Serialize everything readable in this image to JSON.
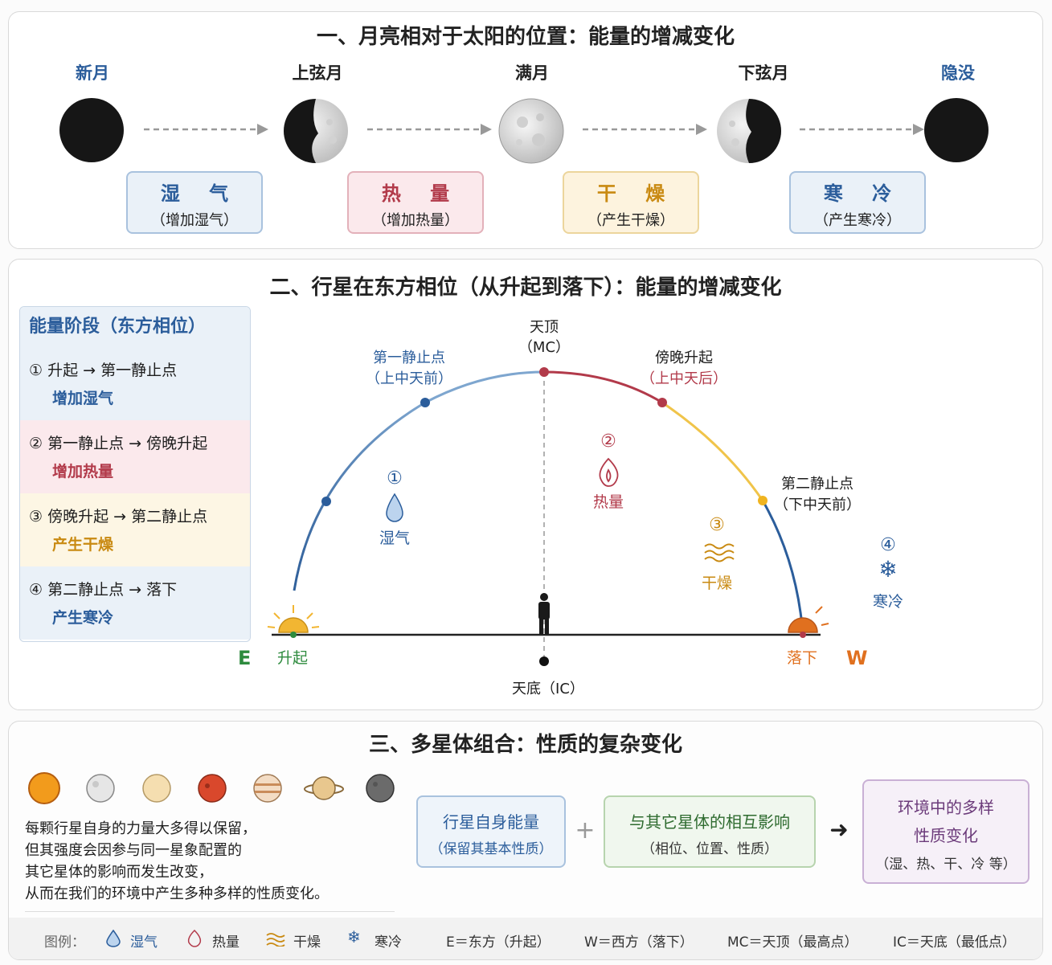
{
  "section1": {
    "title": "一、月亮相对于太阳的位置：能量的增减变化",
    "phases": [
      {
        "name": "新月",
        "color": "#2b5d9b"
      },
      {
        "name": "上弦月",
        "color": "#222222"
      },
      {
        "name": "满月",
        "color": "#222222"
      },
      {
        "name": "下弦月",
        "color": "#222222"
      },
      {
        "name": "隐没",
        "color": "#2b5d9b"
      }
    ],
    "energies": [
      {
        "title": "湿 气",
        "sub": "（增加湿气）",
        "color": "#2b5d9b",
        "bg": "#eaf1f8",
        "border": "#a9c2de"
      },
      {
        "title": "热 量",
        "sub": "（增加热量）",
        "color": "#b23a4a",
        "bg": "#fbe9ec",
        "border": "#e3b1ba"
      },
      {
        "title": "干 燥",
        "sub": "（产生干燥）",
        "color": "#c98a12",
        "bg": "#fdf3de",
        "border": "#ecd59c"
      },
      {
        "title": "寒 冷",
        "sub": "（产生寒冷）",
        "color": "#2b5d9b",
        "bg": "#eaf1f8",
        "border": "#a9c2de"
      }
    ]
  },
  "section2": {
    "title": "二、行星在东方相位（从升起到落下）：能量的增减变化",
    "legend_title": "能量阶段（东方相位）",
    "stages": [
      {
        "line1": "① 升起 → 第一静止点",
        "line2": "增加湿气",
        "bg": "#eaf1f8",
        "color": "#2b5d9b"
      },
      {
        "line1": "② 第一静止点 → 傍晚升起",
        "line2": "增加热量",
        "bg": "#fbe9ec",
        "color": "#b23a4a"
      },
      {
        "line1": "③ 傍晚升起 → 第二静止点",
        "line2": "产生干燥",
        "bg": "#fdf6e4",
        "color": "#c98a12"
      },
      {
        "line1": "④ 第二静止点 → 落下",
        "line2": "产生寒冷",
        "bg": "#eaf1f8",
        "color": "#2b5d9b"
      }
    ],
    "mc_label": "天顶",
    "mc_sub": "（MC）",
    "station1": "第一静止点",
    "station1_sub": "（上中天前）",
    "heliacal": "傍晚升起",
    "heliacal_sub": "（上中天后）",
    "station2": "第二静止点",
    "station2_sub": "（下中天前）",
    "rise_label": "升起",
    "set_label": "落下",
    "east": "E",
    "west": "W",
    "ic_label": "天底（IC）",
    "q1_num": "①",
    "q1_label": "湿气",
    "q2_num": "②",
    "q2_label": "热量",
    "q3_num": "③",
    "q3_label": "干燥",
    "q4_num": "④",
    "q4_label": "寒冷",
    "colors": {
      "blue": "#2b5d9b",
      "red": "#b23a4a",
      "gold": "#c98a12",
      "green": "#2e8b3e",
      "orange": "#e0701f"
    }
  },
  "section3": {
    "title": "三、多星体组合：性质的复杂变化",
    "text_lines": [
      "每颗行星自身的力量大多得以保留，",
      "但其强度会因参与同一星象配置的",
      "其它星体的影响而发生改变，",
      "从而在我们的环境中产生多种多样的性质变化。"
    ],
    "box1_title": "行星自身能量",
    "box1_sub": "（保留其基本性质）",
    "plus": "+",
    "box2_title": "与其它星体的相互影响",
    "box2_sub": "（相位、位置、性质）",
    "arrow": "➜",
    "box3_title": "环境中的多样",
    "box3_title2": "性质变化",
    "box3_sub": "（湿、热、干、冷 等）"
  },
  "legend": {
    "label": "图例：",
    "moist": "湿气",
    "heat": "热量",
    "dry": "干燥",
    "cold": "寒冷",
    "east": "E＝东方（升起）",
    "west": "W＝西方（落下）",
    "mc": "MC＝天顶（最高点）",
    "ic": "IC＝天底（最低点）"
  }
}
